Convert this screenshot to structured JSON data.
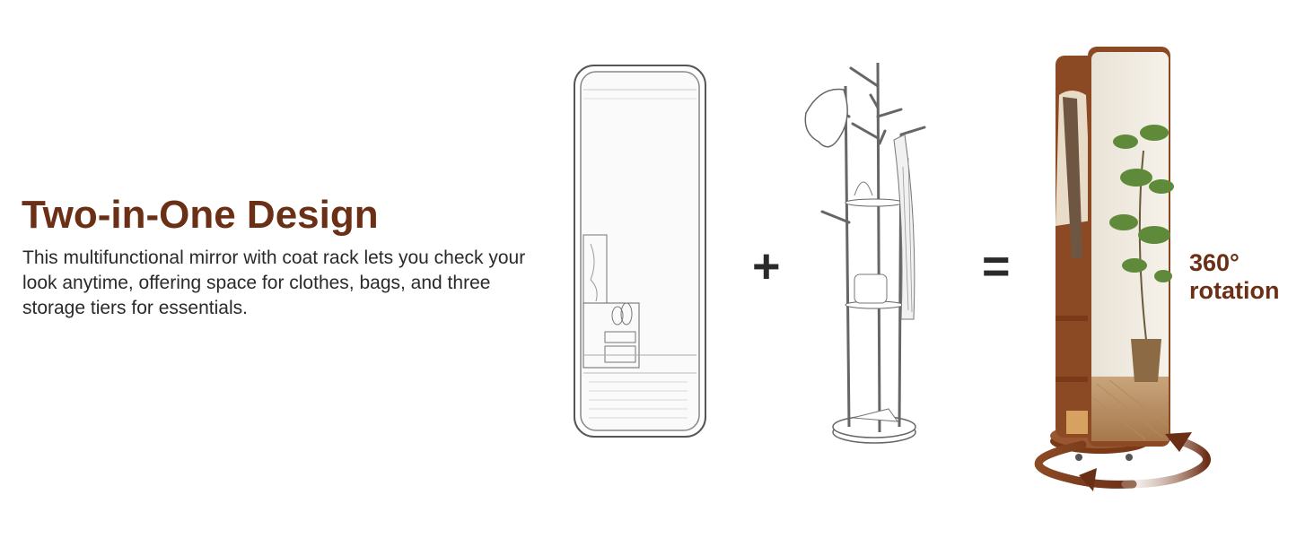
{
  "headline": "Two-in-One Design",
  "description": "This multifunctional mirror with coat rack lets you check your look anytime, offering space for clothes, bags, and three storage tiers for essentials.",
  "operators": {
    "plus": "+",
    "equals": "="
  },
  "rotation": {
    "line1": "360°",
    "line2": "rotation"
  },
  "colors": {
    "brand_brown": "#6b2f16",
    "text_dark": "#2a2a2a",
    "wood": "#8b4a24"
  }
}
